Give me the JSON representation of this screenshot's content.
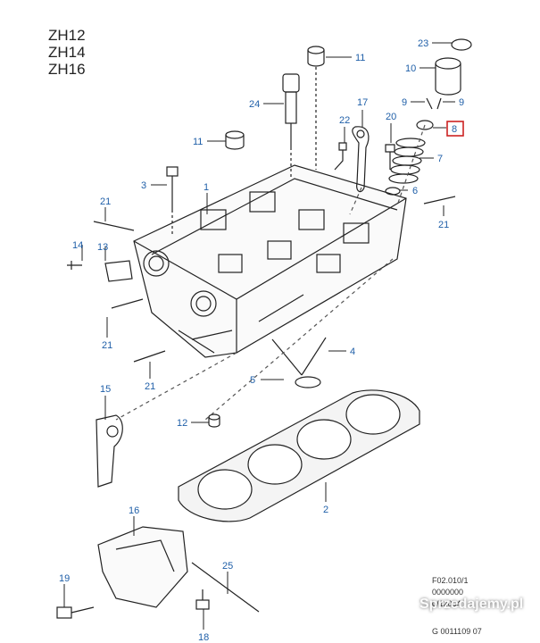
{
  "models": [
    "ZH12",
    "ZH14",
    "ZH16"
  ],
  "ref_codes": [
    "F02.010/1",
    "0000000",
    "0/12004",
    "G 0011109 07"
  ],
  "watermark": "Sprzedajemy.pl",
  "callouts": [
    {
      "id": "c23",
      "label": "23"
    },
    {
      "id": "c10",
      "label": "10"
    },
    {
      "id": "c11a",
      "label": "11"
    },
    {
      "id": "c9a",
      "label": "9"
    },
    {
      "id": "c9b",
      "label": "9"
    },
    {
      "id": "c8",
      "label": "8",
      "highlight": true
    },
    {
      "id": "c24",
      "label": "24"
    },
    {
      "id": "c17",
      "label": "17"
    },
    {
      "id": "c22",
      "label": "22"
    },
    {
      "id": "c20",
      "label": "20"
    },
    {
      "id": "c11b",
      "label": "11"
    },
    {
      "id": "c7",
      "label": "7"
    },
    {
      "id": "c3",
      "label": "3"
    },
    {
      "id": "c1",
      "label": "1"
    },
    {
      "id": "c6",
      "label": "6"
    },
    {
      "id": "c21a",
      "label": "21"
    },
    {
      "id": "c21b",
      "label": "21"
    },
    {
      "id": "c14",
      "label": "14"
    },
    {
      "id": "c13",
      "label": "13"
    },
    {
      "id": "c21c",
      "label": "21"
    },
    {
      "id": "c4",
      "label": "4"
    },
    {
      "id": "c21d",
      "label": "21"
    },
    {
      "id": "c5",
      "label": "5"
    },
    {
      "id": "c15",
      "label": "15"
    },
    {
      "id": "c12",
      "label": "12"
    },
    {
      "id": "c2",
      "label": "2"
    },
    {
      "id": "c16",
      "label": "16"
    },
    {
      "id": "c25",
      "label": "25"
    },
    {
      "id": "c19",
      "label": "19"
    },
    {
      "id": "c18",
      "label": "18"
    }
  ],
  "colors": {
    "callout": "#1f5fa8",
    "line": "#222222",
    "highlight": "#cc2222"
  }
}
